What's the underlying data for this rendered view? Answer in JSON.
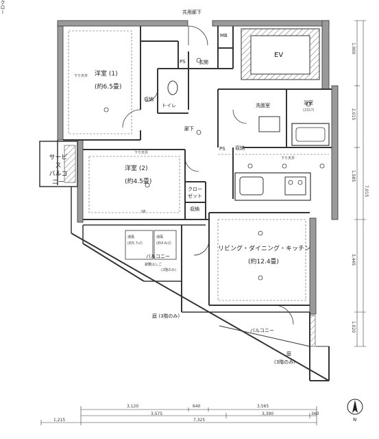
{
  "rooms": {
    "common_corridor": "共用廊下",
    "mb": "MB",
    "ev": "EV",
    "entrance": "玄関",
    "ps_top": "PS",
    "ps_mid": "PS",
    "western1_name": "洋室 (1)",
    "western1_size": "(約6.5畳)",
    "toilet": "トイレ",
    "closet_top": "クロー",
    "storage_top": "収納",
    "storage_toilet": "収納",
    "corridor": "廊下",
    "washroom": "洗面室",
    "bathroom": "浴室",
    "bathroom_size": "(2317)",
    "western2_name": "洋室 (2)",
    "western2_size": "(約4.5畳)",
    "closet_mid_a": "クロー",
    "closet_mid_b": "ゼット",
    "storage_mid": "収納",
    "storage_wash": "収納",
    "service_balcony_a": "サービス",
    "service_balcony_b": "バルコニー",
    "ldk_name": "リビング・ダイニング・キッチン",
    "ldk_size": "(約12.4畳)",
    "shoji_upper_name": "通風",
    "shoji_upper_size": "(約5.7㎡)",
    "shoji_lower_name": "通風",
    "shoji_lower_size": "(約4.6㎡)",
    "balcony_upper": "バルコニー",
    "balcony_lower": "バルコニー",
    "garden_upper": "庭 (3階のみ)",
    "garden_lower_a": "庭",
    "garden_lower_b": "(3階のみ)",
    "note_evac": "避難はしご",
    "note_evac2": "(2階のみ)",
    "note_frame": "下り天井",
    "note_sb": "SB"
  },
  "dimensions": {
    "top_row": [
      "3,120",
      "640",
      "3,565"
    ],
    "mid_row": [
      "3,575",
      "3,390",
      "360"
    ],
    "bottom_row": [
      "1,215",
      "7,325"
    ],
    "right_col": [
      "1,900",
      "2,015",
      "1,585",
      "7,015",
      "3,445",
      "1,020"
    ]
  },
  "compass": {
    "label": "N"
  },
  "colors": {
    "line": "#222222",
    "wall": "#888888",
    "hatch": "#555555",
    "background": "#ffffff"
  }
}
